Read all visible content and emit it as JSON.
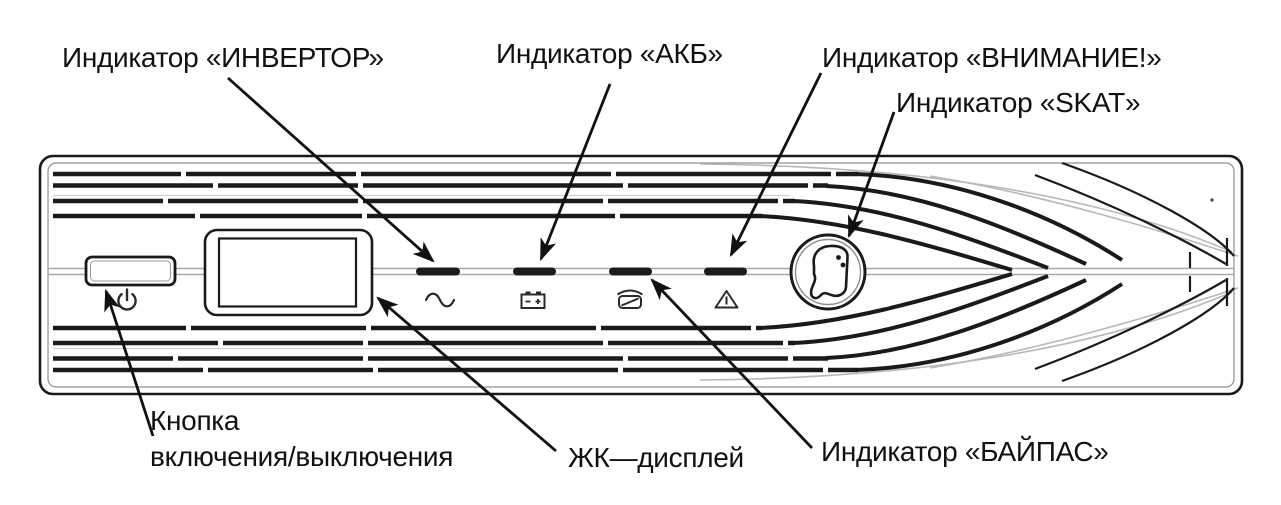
{
  "figure": {
    "title": "Front panel diagram of SKAT UPS device",
    "labels": {
      "inverter": "Индикатор «ИНВЕРТОР»",
      "battery": "Индикатор «АКБ»",
      "attention": "Индикатор «ВНИМАНИЕ!»",
      "skat": "Индикатор «SKAT»",
      "power_line1": "Кнопка",
      "power_line2": "включения/выключения",
      "lcd": "ЖК—дисплей",
      "bypass": "Индикатор «БАЙПАС»"
    },
    "icons": [
      "power-icon",
      "sine-wave-icon",
      "battery-icon",
      "bypass-icon",
      "warning-triangle-icon",
      "skat-logo-icon"
    ],
    "colors": {
      "line": "#1a1a1a",
      "line_light": "#b8b8b8",
      "groove": "#a8a8a8",
      "background": "#ffffff"
    }
  }
}
